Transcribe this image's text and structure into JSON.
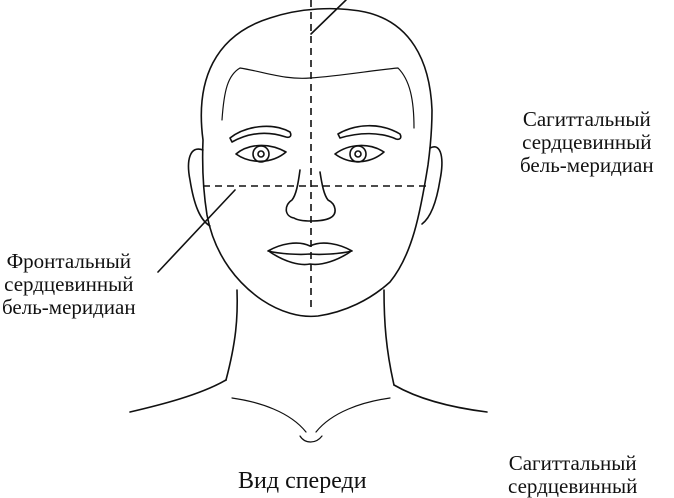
{
  "labels": {
    "sagittal_top": {
      "line1": "Сагиттальный",
      "line2": "сердцевинный",
      "line3": "бель-меридиан"
    },
    "frontal": {
      "line1": "Фронтальный",
      "line2": "сердцевинный",
      "line3": "бель-меридиан"
    },
    "caption": "Вид спереди",
    "sagittal_bottom": {
      "line1": "Сагиттальный",
      "line2": "сердцевинный"
    }
  }
}
